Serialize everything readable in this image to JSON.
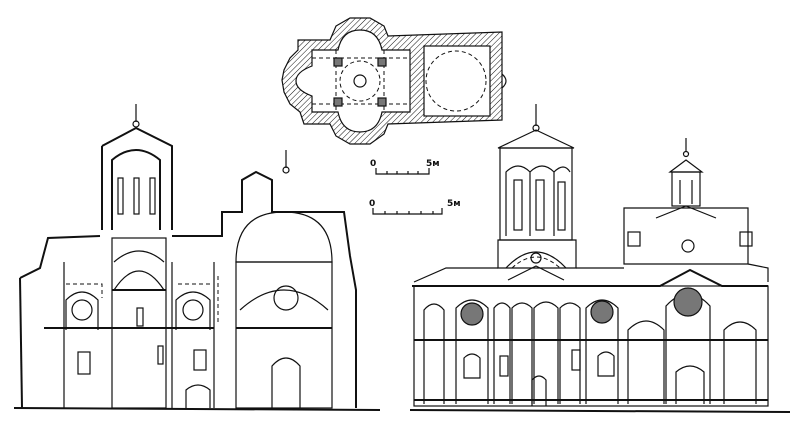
{
  "drawing": {
    "subject": "church plan, longitudinal section and side elevation",
    "line_color": "#111111",
    "background": "#ffffff"
  },
  "plan": {
    "scale_bar": {
      "start_label": "0",
      "end_label": "5м",
      "ticks": 5
    }
  },
  "section": {
    "scale_bar": {
      "start_label": "0",
      "end_label": "5м",
      "ticks": 6
    }
  }
}
